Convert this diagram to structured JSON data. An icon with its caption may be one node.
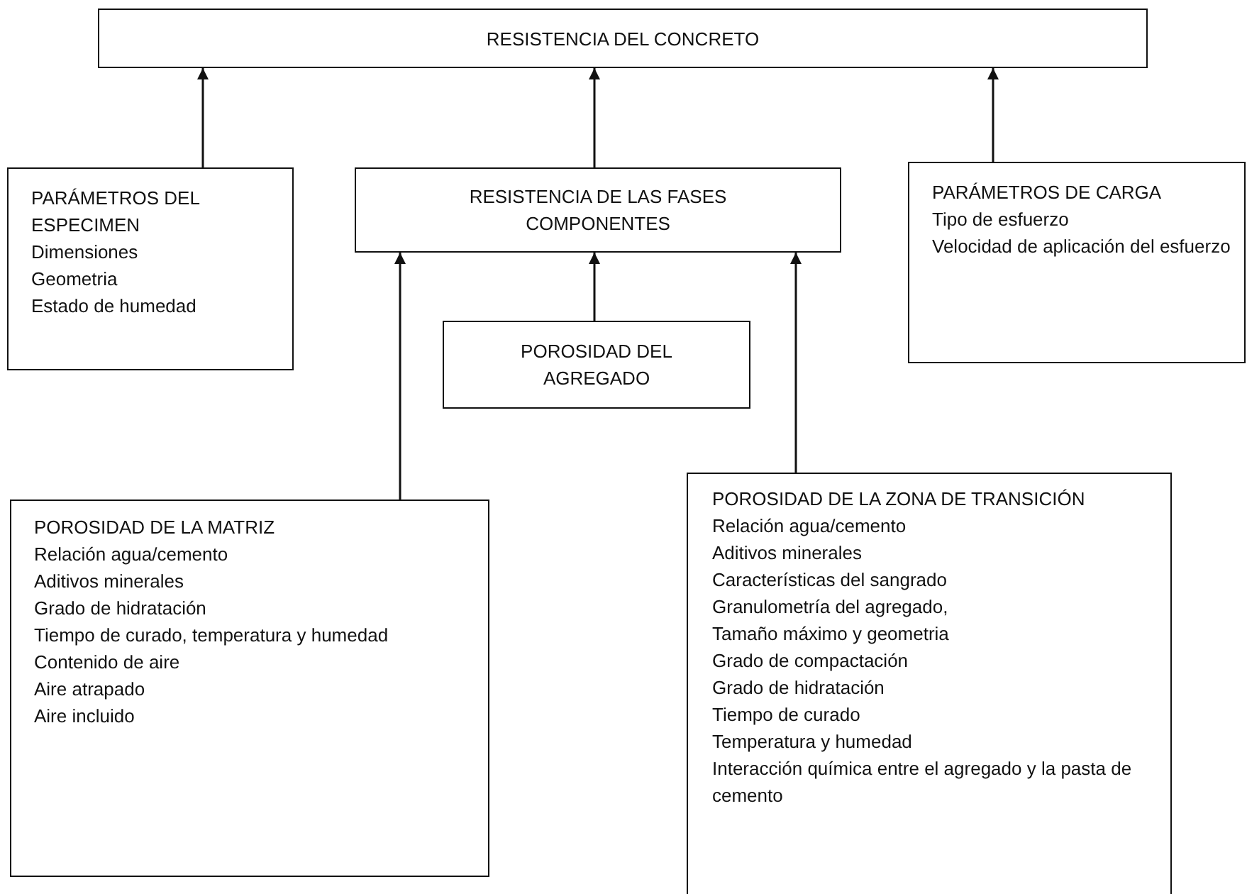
{
  "diagram": {
    "nodes": [
      {
        "text": [
          "RESISTENCIA DEL CONCRETO"
        ]
      },
      {
        "text": [
          "PARÁMETROS DEL ESPECIMEN",
          "Dimensiones",
          "Geometria",
          "Estado de humedad"
        ]
      },
      {
        "text": [
          "RESISTENCIA DE LAS FASES COMPONENTES"
        ]
      },
      {
        "text": [
          "POROSIDAD DEL AGREGADO"
        ]
      },
      {
        "text": [
          "PARÁMETROS DE CARGA",
          "Tipo de esfuerzo",
          "Velocidad de aplicación del esfuerzo"
        ]
      },
      {
        "text": [
          "POROSIDAD DE LA MATRIZ",
          "Relación agua/cemento",
          "Aditivos minerales",
          "Grado de hidratación",
          "Tiempo de curado, temperatura y humedad",
          "Contenido de aire",
          "Aire atrapado",
          "Aire incluido"
        ]
      },
      {
        "text": [
          "POROSIDAD DE LA ZONA DE TRANSICIÓN",
          "Relación agua/cemento",
          "Aditivos minerales",
          "Características del sangrado",
          "Granulometría del agregado,",
          "Tamaño máximo y geometria",
          "Grado de compactación",
          "Grado de hidratación",
          "Tiempo de curado",
          "Temperatura y humedad",
          "Interacción química entre el agregado y la pasta de cemento"
        ]
      }
    ],
    "edges": [
      {
        "from": 1,
        "to": 0,
        "arrow": "to"
      },
      {
        "from": 2,
        "to": 0,
        "arrow": "to"
      },
      {
        "from": 4,
        "to": 0,
        "arrow": "to"
      },
      {
        "from": 5,
        "to": 2,
        "arrow": "to"
      },
      {
        "from": 3,
        "to": 2,
        "arrow": "to"
      },
      {
        "from": 6,
        "to": 2,
        "arrow": "to"
      }
    ]
  }
}
